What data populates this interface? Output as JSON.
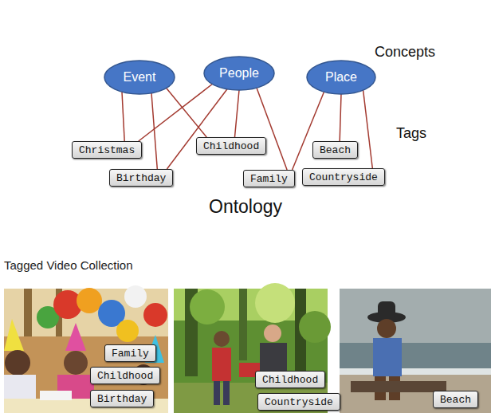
{
  "diagram": {
    "nodes": [
      {
        "text": [
          "Concepts",
          "Tags",
          "Ontology"
        ]
      },
      {
        "text": [
          "Event"
        ],
        "in": 0
      },
      {
        "text": [
          "People"
        ],
        "in": 0
      },
      {
        "text": [
          "Place"
        ],
        "in": 0
      },
      {
        "text": [
          "Christmas"
        ],
        "in": 0
      },
      {
        "text": [
          "Childhood"
        ],
        "in": 0
      },
      {
        "text": [
          "Beach"
        ],
        "in": 0
      },
      {
        "text": [
          "Birthday"
        ],
        "in": 0
      },
      {
        "text": [
          "Family"
        ],
        "in": 0
      },
      {
        "text": [
          "Countryside"
        ],
        "in": 0
      },
      {
        "text": [
          "Family"
        ]
      },
      {
        "text": [
          "Childhood"
        ]
      },
      {
        "text": [
          "Birthday"
        ]
      },
      {
        "text": [
          "Childhood"
        ]
      },
      {
        "text": [
          "Countryside"
        ]
      },
      {
        "text": [
          "Beach"
        ]
      }
    ],
    "edges": [
      {
        "from": 1,
        "to": 4,
        "arrow": "none"
      },
      {
        "from": 1,
        "to": 7,
        "arrow": "none"
      },
      {
        "from": 1,
        "to": 5,
        "arrow": "none"
      },
      {
        "from": 2,
        "to": 4,
        "arrow": "none"
      },
      {
        "from": 2,
        "to": 7,
        "arrow": "none"
      },
      {
        "from": 2,
        "to": 5,
        "arrow": "none"
      },
      {
        "from": 2,
        "to": 8,
        "arrow": "none"
      },
      {
        "from": 3,
        "to": 8,
        "arrow": "none"
      },
      {
        "from": 3,
        "to": 6,
        "arrow": "none"
      },
      {
        "from": 3,
        "to": 9,
        "arrow": "none"
      }
    ],
    "labels": [
      "Tagged Video Collection"
    ]
  }
}
